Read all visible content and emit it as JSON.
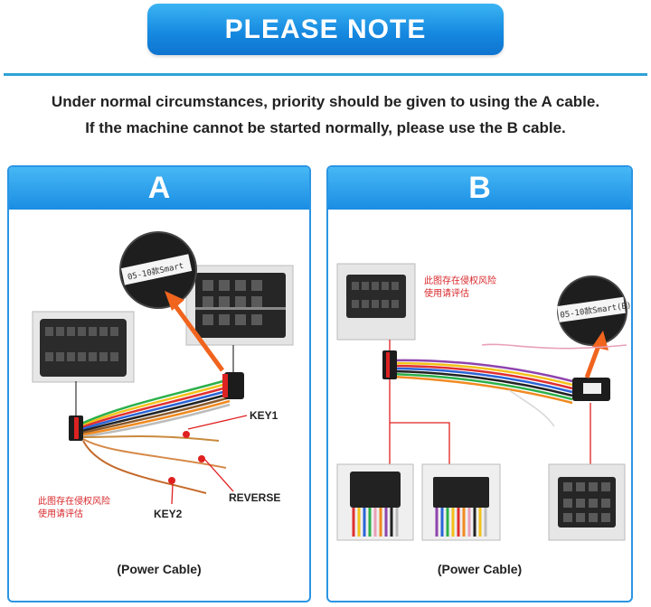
{
  "banner": {
    "title": "PLEASE NOTE"
  },
  "intro": {
    "line1": "Under normal circumstances, priority should be given to using the A cable.",
    "line2": "If the machine cannot be started normally, please use the B cable."
  },
  "panel_a": {
    "letter": "A",
    "caption": "(Power Cable)",
    "tag_label": "05-10款Smart",
    "labels": {
      "key1": "KEY1",
      "reverse": "REVERSE",
      "key2": "KEY2"
    },
    "watermark": {
      "line1": "此图存在侵权风险",
      "line2": "使用请评估"
    }
  },
  "panel_b": {
    "letter": "B",
    "caption": "(Power Cable)",
    "tag_label": "05-10款Smart(B)",
    "watermark": {
      "line1": "此图存在侵权风险",
      "line2": "使用请评估"
    }
  },
  "colors": {
    "banner": "#1487df",
    "panel_border": "#2a95e4",
    "rule": "#2ea3d6",
    "arrow": "#f0641e",
    "watermark": "#d8282c"
  }
}
